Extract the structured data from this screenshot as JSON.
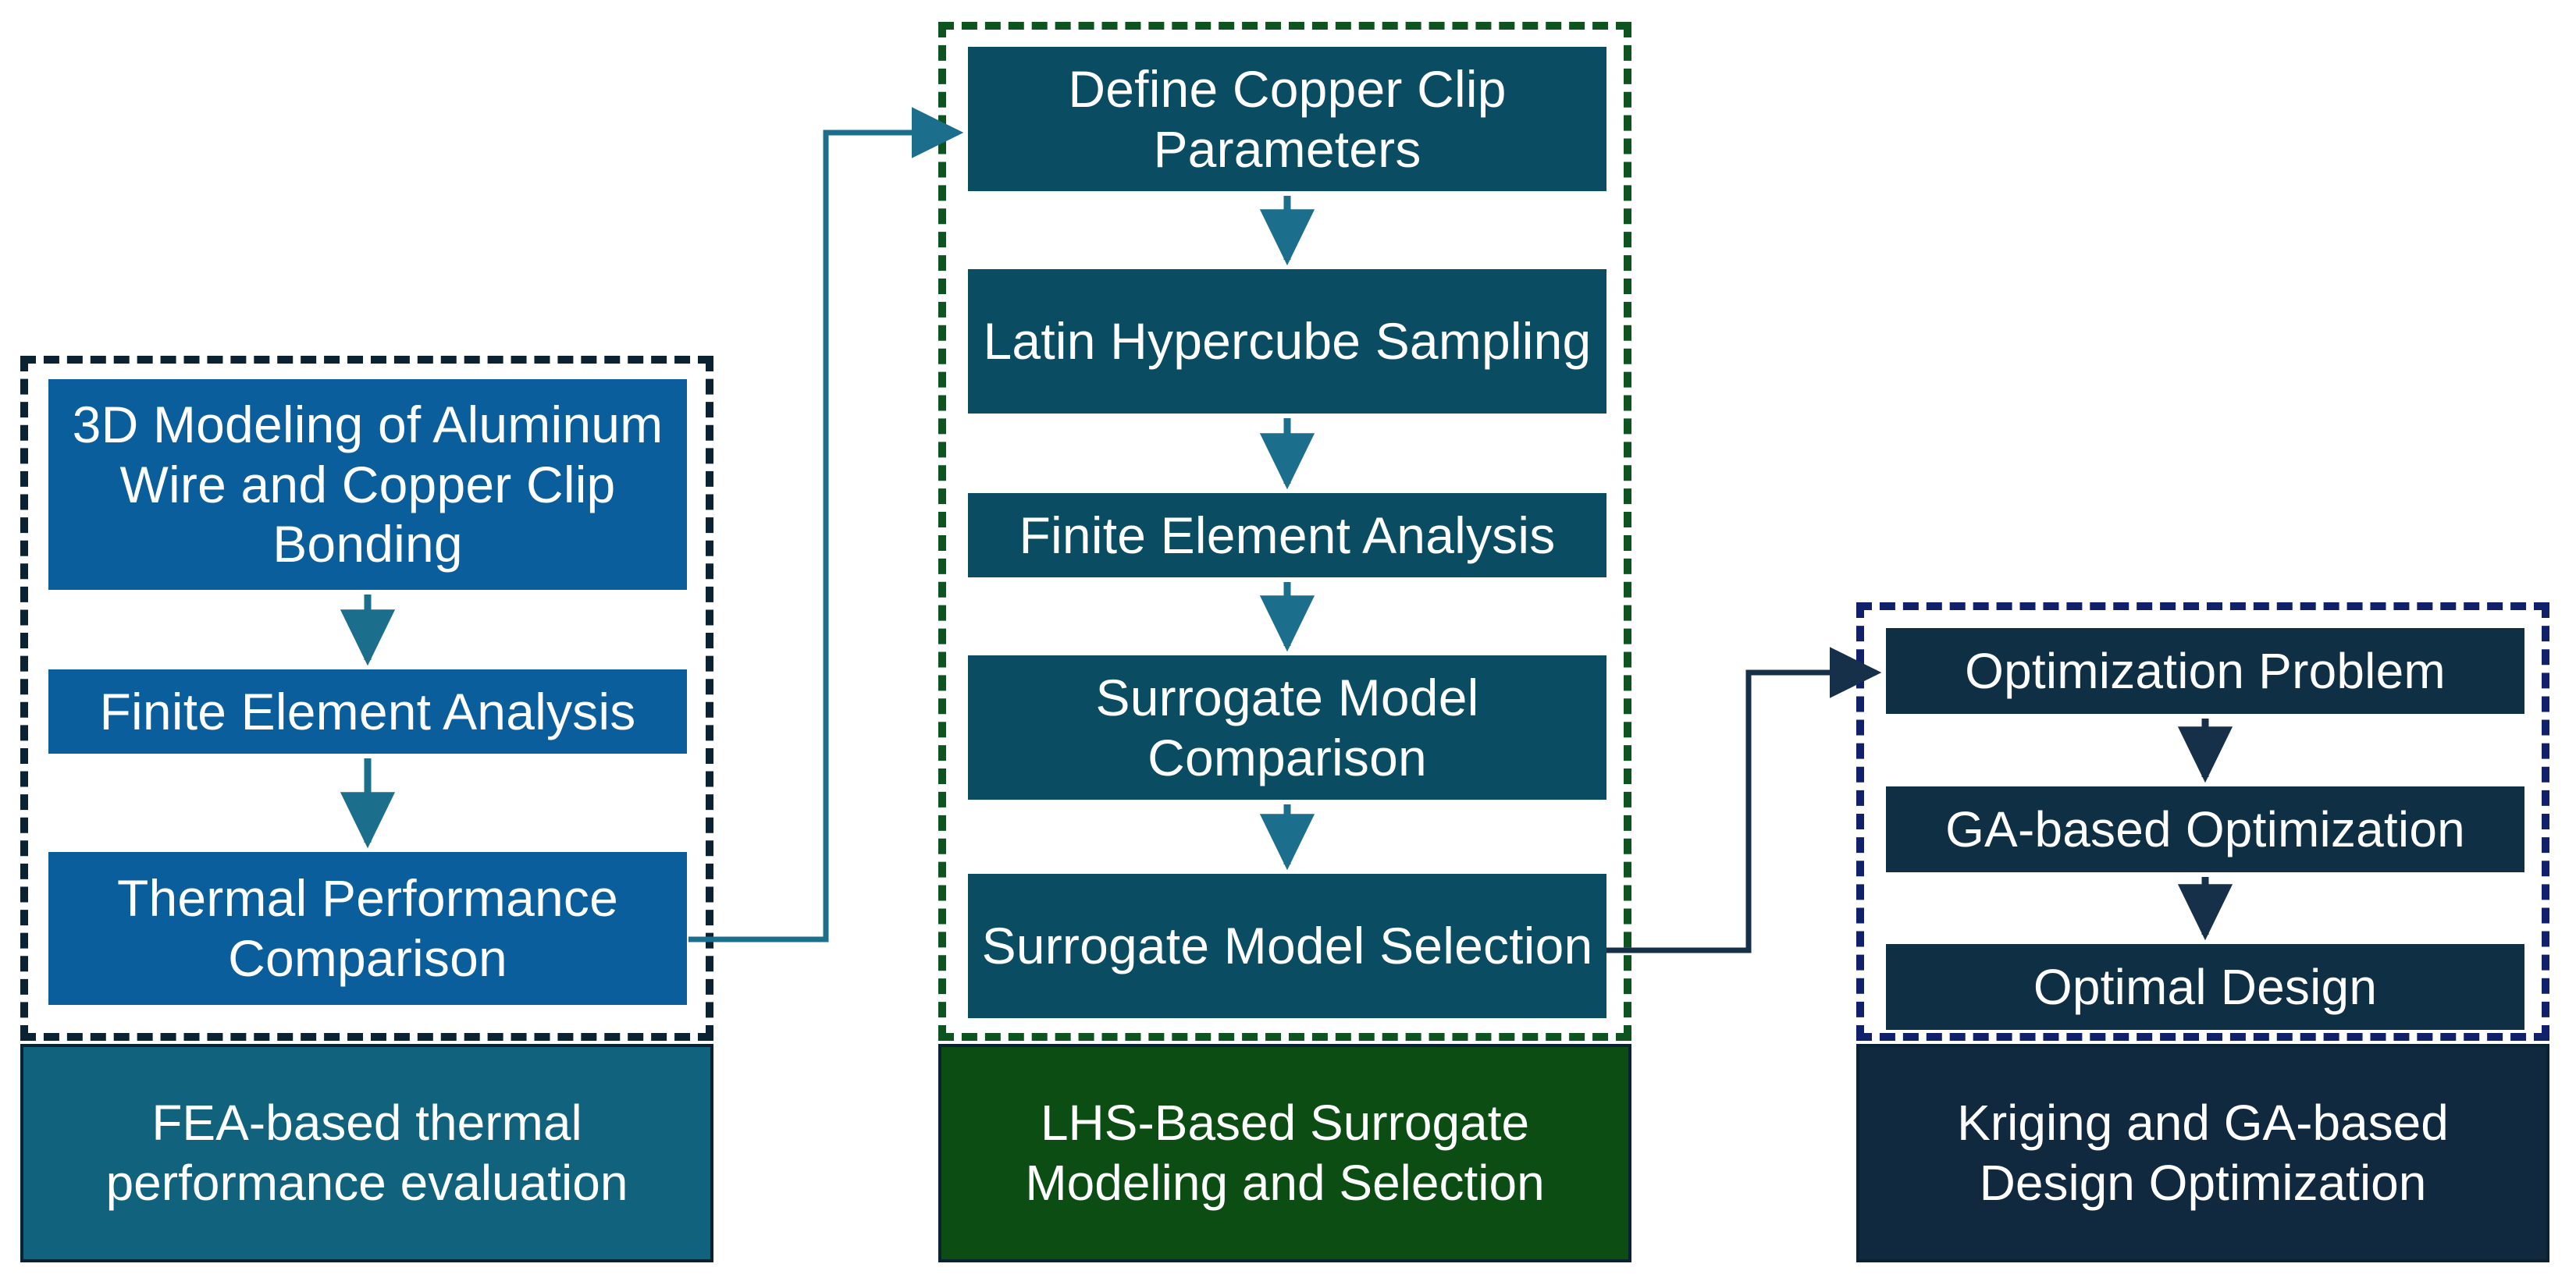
{
  "diagram": {
    "title": "Research methodology flowchart",
    "colors": {
      "process_blue": "#0a5e9c",
      "process_teal": "#0a4d63",
      "process_navy": "#0f3044",
      "frame_fea": "#0b2233",
      "frame_lhs": "#0d5420",
      "frame_krig": "#10206b",
      "footer_fea": "#10627d",
      "footer_lhs": "#0b4d12",
      "footer_krig": "#10293f",
      "arrow_teal": "#1b6e8c",
      "arrow_navy": "#16304a",
      "text": "#ffffff"
    },
    "groups": [
      {
        "id": "fea",
        "frame_color": "#0b2233",
        "steps": [
          {
            "label": "3D Modeling of Aluminum Wire and Copper Clip Bonding"
          },
          {
            "label": "Finite Element Analysis"
          },
          {
            "label": "Thermal Performance Comparison"
          }
        ],
        "footer": {
          "label": "FEA-based thermal performance evaluation"
        }
      },
      {
        "id": "lhs",
        "frame_color": "#0d5420",
        "steps": [
          {
            "label": "Define Copper Clip Parameters"
          },
          {
            "label": "Latin Hypercube Sampling"
          },
          {
            "label": "Finite Element Analysis"
          },
          {
            "label": "Surrogate Model Comparison"
          },
          {
            "label": "Surrogate Model Selection"
          }
        ],
        "footer": {
          "label": "LHS-Based Surrogate Modeling and Selection"
        }
      },
      {
        "id": "krig",
        "frame_color": "#10206b",
        "steps": [
          {
            "label": "Optimization Problem"
          },
          {
            "label": "GA-based Optimization"
          },
          {
            "label": "Optimal Design"
          }
        ],
        "footer": {
          "label": "Kriging and GA-based Design Optimization"
        }
      }
    ],
    "connectors": [
      {
        "id": "fea-to-lhs",
        "from": "Thermal Performance Comparison",
        "to": "Define Copper Clip Parameters",
        "color": "#1b6e8c"
      },
      {
        "id": "lhs-to-krig",
        "from": "Surrogate Model Selection",
        "to": "Optimization Problem",
        "color": "#16304a"
      }
    ],
    "intra_arrows": [
      {
        "group": "fea",
        "color": "#1b6e8c",
        "count": 2
      },
      {
        "group": "lhs",
        "color": "#1b6e8c",
        "count": 4
      },
      {
        "group": "krig",
        "color": "#16304a",
        "count": 2
      }
    ]
  }
}
